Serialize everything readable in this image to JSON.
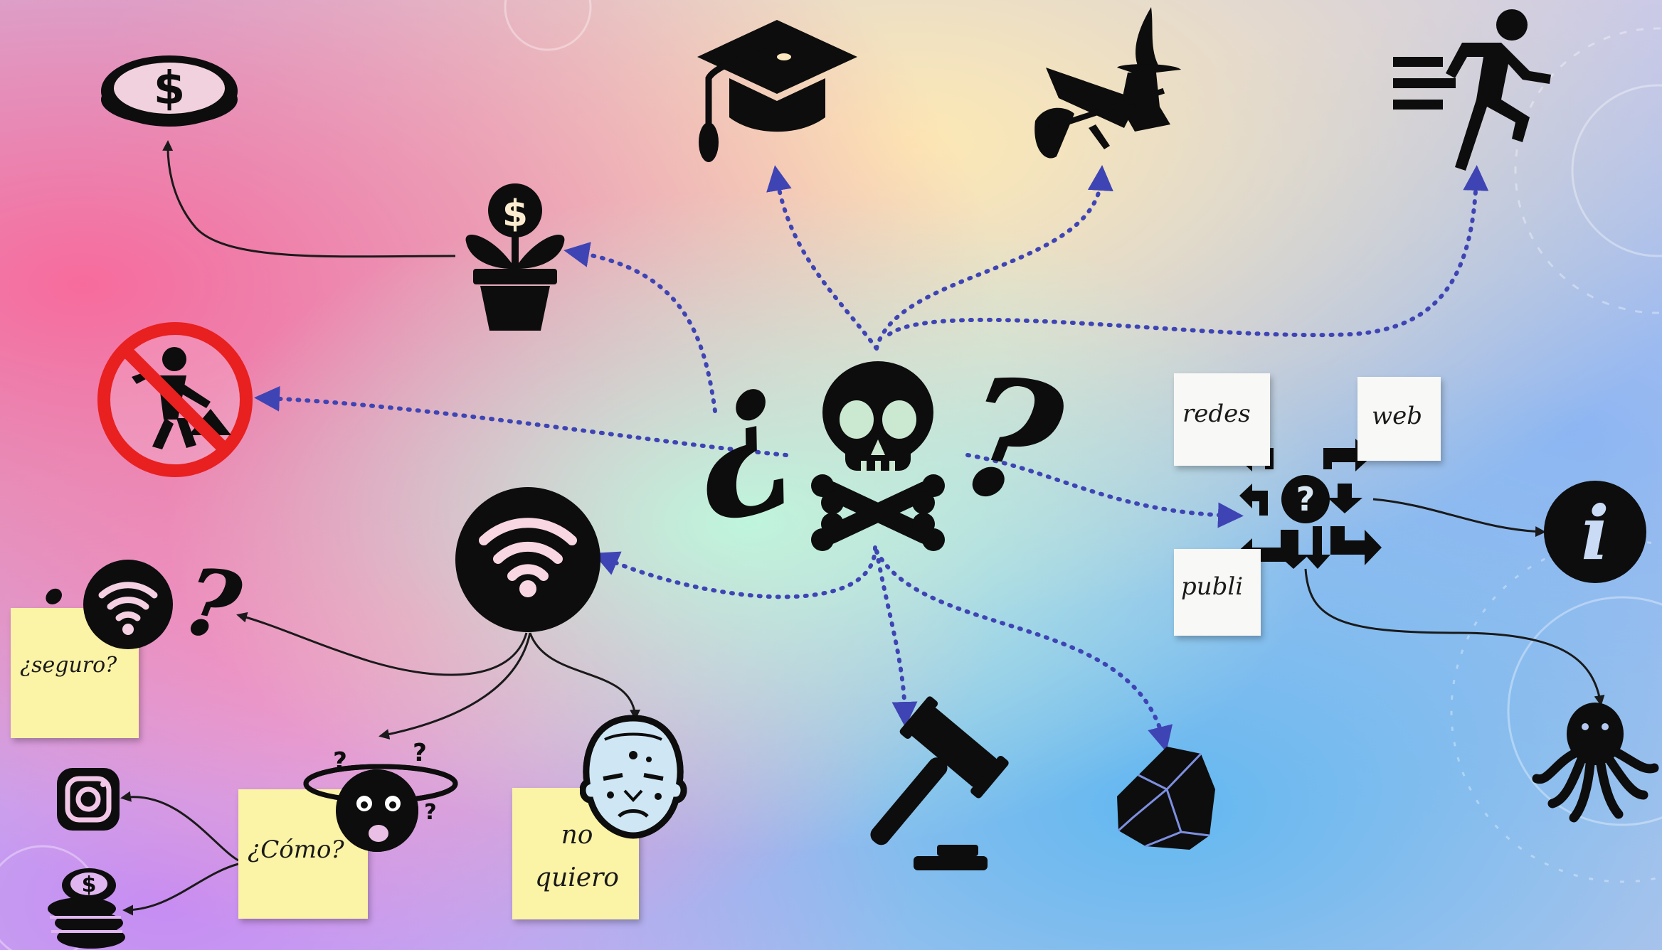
{
  "colors": {
    "arrow_dotted": "#3f44b4",
    "arrow_solid": "#1a1a1a",
    "icon": "#0d0d0d",
    "sticky_yellow": "#fbf3a6",
    "sticky_white": "#f8f8f6",
    "prohibited_red": "#e8201f",
    "background_stops": [
      "#f96d9e",
      "#fbe3b0",
      "#8ff0dc",
      "#79b4f5",
      "#c78cf5"
    ]
  },
  "center": {
    "open_question": "¿",
    "close_question": "?",
    "icon": "skull-crossbones-icon"
  },
  "small_question": {
    "open": "¿",
    "close": "?"
  },
  "notes": {
    "seguro": "¿seguro?",
    "como": "¿Cómo?",
    "no_quiero": "no quiero",
    "redes": "redes",
    "web": "web",
    "publi": "publi"
  },
  "icons": [
    "dollar-coin-icon",
    "money-plant-icon",
    "no-work-icon",
    "graduation-cap-icon",
    "witch-icon",
    "running-man-icon",
    "wifi-icon",
    "instagram-icon",
    "coin-stack-icon",
    "confused-face-icon",
    "sick-face-icon",
    "gavel-icon",
    "rock-icon",
    "direction-arrows-icon",
    "info-icon",
    "octopus-icon"
  ]
}
